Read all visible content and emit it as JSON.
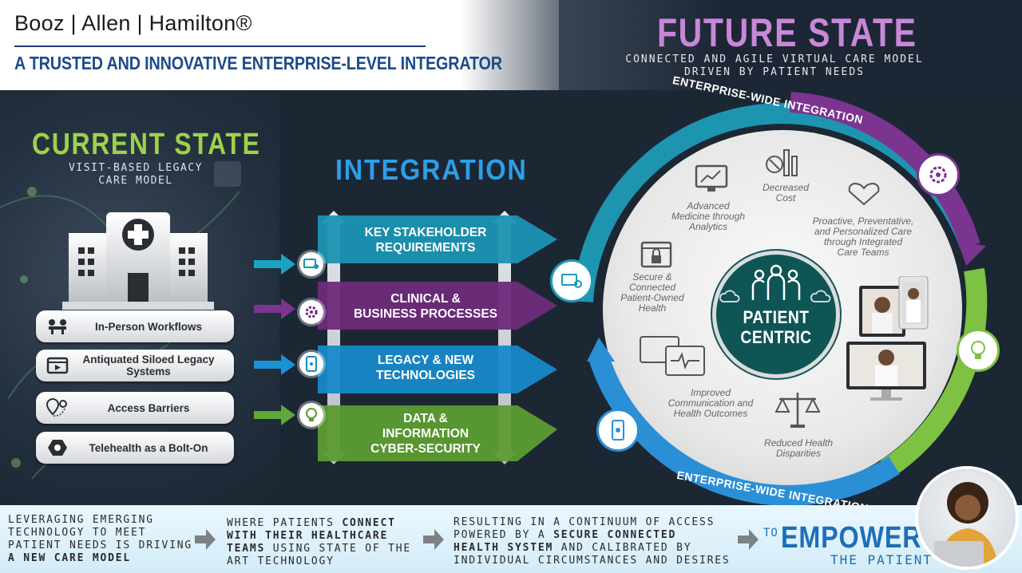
{
  "header": {
    "brand": "Booz | Allen | Hamilton®",
    "tagline": "A TRUSTED AND INNOVATIVE ENTERPRISE-LEVEL INTEGRATOR",
    "future_title": "FUTURE STATE",
    "future_sub_1": "CONNECTED AND AGILE VIRTUAL CARE MODEL",
    "future_sub_2": "DRIVEN BY PATIENT NEEDS"
  },
  "current": {
    "title": "CURRENT STATE",
    "sub_1": "VISIT-BASED LEGACY",
    "sub_2": "CARE MODEL",
    "items": [
      {
        "label": "In-Person Workflows",
        "icon": "meeting-icon"
      },
      {
        "label": "Antiquated Siloed Legacy Systems",
        "icon": "video-window-icon"
      },
      {
        "label": "Access Barriers",
        "icon": "location-pins-icon"
      },
      {
        "label": "Telehealth as a Bolt-On",
        "icon": "hex-nut-icon"
      }
    ]
  },
  "integration": {
    "title": "INTEGRATION",
    "bands": [
      {
        "line1": "KEY STAKEHOLDER",
        "line2": "REQUIREMENTS",
        "color": "#1a93b3"
      },
      {
        "line1": "CLINICAL &",
        "line2": "BUSINESS PROCESSES",
        "color": "#6e2a7a"
      },
      {
        "line1": "LEGACY & NEW",
        "line2": "TECHNOLOGIES",
        "color": "#1789c9"
      },
      {
        "line1": "DATA &",
        "line2": "INFORMATION",
        "line3": "CYBER-SECURITY",
        "color": "#5c9c31"
      }
    ]
  },
  "future": {
    "ring_label_top": "ENTERPRISE-WIDE INTEGRATION",
    "ring_label_bottom": "ENTERPRISE-WIDE INTEGRATION",
    "center": {
      "line1": "PATIENT",
      "line2": "CENTRIC"
    },
    "features": [
      {
        "l1": "Advanced",
        "l2": "Medicine through",
        "l3": "Analytics"
      },
      {
        "l1": "Decreased",
        "l2": "Cost"
      },
      {
        "l1": "Proactive, Preventative,",
        "l2": "and Personalized Care",
        "l3": "through Integrated",
        "l4": "Care Teams"
      },
      {
        "l1": "Secure &",
        "l2": "Connected",
        "l3": "Patient-Owned",
        "l4": "Health"
      },
      {
        "l1": "Improved",
        "l2": "Communication and",
        "l3": "Health Outcomes"
      },
      {
        "l1": "Reduced Health",
        "l2": "Disparities"
      }
    ],
    "ring_colors": {
      "teal": "#1e9bb8",
      "purple": "#7b3590",
      "green": "#7dc242",
      "blue": "#2b8fd6"
    }
  },
  "bottom": {
    "p1_l1": "LEVERAGING EMERGING",
    "p1_l2": "TECHNOLOGY TO MEET",
    "p1_l3": "PATIENT NEEDS IS DRIVING",
    "p1_l4": "A NEW CARE MODEL",
    "p2_l1a": "WHERE PATIENTS ",
    "p2_l1b": "CONNECT",
    "p2_l2": "WITH THEIR HEALTHCARE",
    "p2_l3a": "TEAMS",
    "p2_l3b": " USING STATE OF THE",
    "p2_l4": "ART TECHNOLOGY",
    "p3_l1": "RESULTING IN A CONTINUUM OF ACCESS",
    "p3_l2a": "POWERED BY A ",
    "p3_l2b": "SECURE CONNECTED",
    "p3_l3a": "HEALTH SYSTEM",
    "p3_l3b": " AND CALIBRATED BY",
    "p3_l4": "INDIVIDUAL CIRCUMSTANCES AND DESIRES",
    "to": "TO",
    "empower": "EMPOWER",
    "the_patient": "THE PATIENT"
  }
}
